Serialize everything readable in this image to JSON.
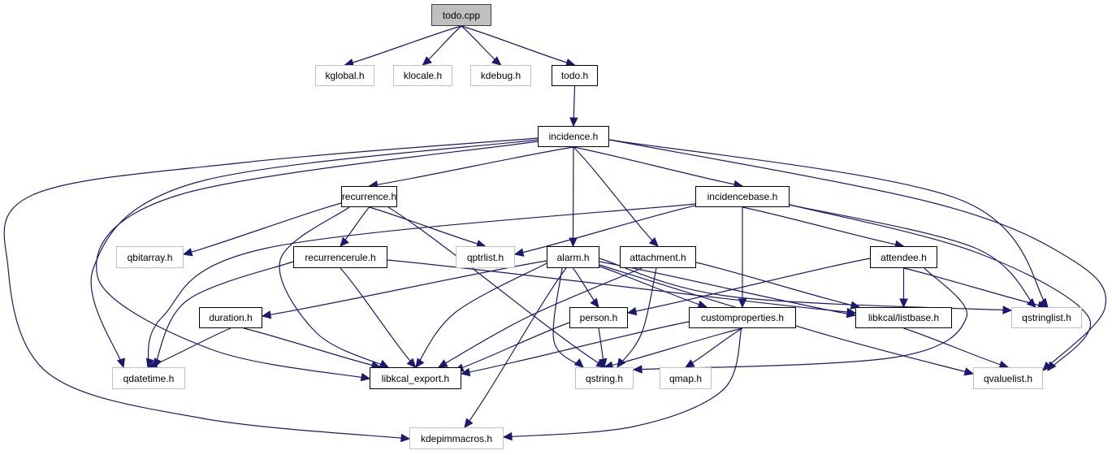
{
  "edge_color": "#191970",
  "root_fill": "#bfbfbf",
  "external_border": "#bfbfbf",
  "nodes": [
    {
      "id": "todo_cpp",
      "label": "todo.cpp",
      "kind": "root"
    },
    {
      "id": "kglobal",
      "label": "kglobal.h",
      "kind": "ext"
    },
    {
      "id": "klocale",
      "label": "klocale.h",
      "kind": "ext"
    },
    {
      "id": "kdebug",
      "label": "kdebug.h",
      "kind": "ext"
    },
    {
      "id": "todo_h",
      "label": "todo.h",
      "kind": "local"
    },
    {
      "id": "incidence",
      "label": "incidence.h",
      "kind": "local"
    },
    {
      "id": "recurrence",
      "label": "recurrence.h",
      "kind": "local"
    },
    {
      "id": "incidencebase",
      "label": "incidencebase.h",
      "kind": "local"
    },
    {
      "id": "qbitarray",
      "label": "qbitarray.h",
      "kind": "ext"
    },
    {
      "id": "recurrencerule",
      "label": "recurrencerule.h",
      "kind": "local"
    },
    {
      "id": "qptrlist",
      "label": "qptrlist.h",
      "kind": "ext"
    },
    {
      "id": "alarm",
      "label": "alarm.h",
      "kind": "local"
    },
    {
      "id": "attachment",
      "label": "attachment.h",
      "kind": "local"
    },
    {
      "id": "attendee",
      "label": "attendee.h",
      "kind": "local"
    },
    {
      "id": "duration",
      "label": "duration.h",
      "kind": "local"
    },
    {
      "id": "person",
      "label": "person.h",
      "kind": "local"
    },
    {
      "id": "customproperties",
      "label": "customproperties.h",
      "kind": "local"
    },
    {
      "id": "listbase",
      "label": "libkcal/listbase.h",
      "kind": "local"
    },
    {
      "id": "qstringlist",
      "label": "qstringlist.h",
      "kind": "ext"
    },
    {
      "id": "qdatetime",
      "label": "qdatetime.h",
      "kind": "ext"
    },
    {
      "id": "libkcal_export",
      "label": "libkcal_export.h",
      "kind": "local"
    },
    {
      "id": "qstring",
      "label": "qstring.h",
      "kind": "ext"
    },
    {
      "id": "qmap",
      "label": "qmap.h",
      "kind": "ext"
    },
    {
      "id": "qvaluelist",
      "label": "qvaluelist.h",
      "kind": "ext"
    },
    {
      "id": "kdepimmacros",
      "label": "kdepimmacros.h",
      "kind": "ext"
    }
  ],
  "edges": [
    [
      "todo_cpp",
      "kglobal"
    ],
    [
      "todo_cpp",
      "klocale"
    ],
    [
      "todo_cpp",
      "kdebug"
    ],
    [
      "todo_cpp",
      "todo_h"
    ],
    [
      "todo_h",
      "incidence"
    ],
    [
      "incidence",
      "recurrence"
    ],
    [
      "incidence",
      "incidencebase"
    ],
    [
      "incidence",
      "alarm"
    ],
    [
      "incidence",
      "attachment"
    ],
    [
      "incidence",
      "qdatetime"
    ],
    [
      "incidence",
      "libkcal_export"
    ],
    [
      "incidence",
      "kdepimmacros"
    ],
    [
      "incidence",
      "qstringlist"
    ],
    [
      "incidence",
      "qvaluelist"
    ],
    [
      "recurrence",
      "qbitarray"
    ],
    [
      "recurrence",
      "recurrencerule"
    ],
    [
      "recurrence",
      "qptrlist"
    ],
    [
      "recurrence",
      "libkcal_export"
    ],
    [
      "recurrence",
      "qstring"
    ],
    [
      "incidencebase",
      "qptrlist"
    ],
    [
      "incidencebase",
      "qdatetime"
    ],
    [
      "incidencebase",
      "customproperties"
    ],
    [
      "incidencebase",
      "attendee"
    ],
    [
      "incidencebase",
      "qstringlist"
    ],
    [
      "incidencebase",
      "qvaluelist"
    ],
    [
      "recurrencerule",
      "qdatetime"
    ],
    [
      "recurrencerule",
      "libkcal_export"
    ],
    [
      "recurrencerule",
      "listbase"
    ],
    [
      "alarm",
      "duration"
    ],
    [
      "alarm",
      "libkcal_export"
    ],
    [
      "alarm",
      "kdepimmacros"
    ],
    [
      "alarm",
      "qstring"
    ],
    [
      "alarm",
      "person"
    ],
    [
      "alarm",
      "customproperties"
    ],
    [
      "alarm",
      "listbase"
    ],
    [
      "alarm",
      "qstringlist"
    ],
    [
      "alarm",
      "qvaluelist"
    ],
    [
      "attachment",
      "libkcal_export"
    ],
    [
      "attachment",
      "qstring"
    ],
    [
      "attachment",
      "listbase"
    ],
    [
      "attendee",
      "person"
    ],
    [
      "attendee",
      "listbase"
    ],
    [
      "attendee",
      "qstringlist"
    ],
    [
      "attendee",
      "qstring"
    ],
    [
      "duration",
      "qdatetime"
    ],
    [
      "duration",
      "libkcal_export"
    ],
    [
      "person",
      "libkcal_export"
    ],
    [
      "person",
      "qstring"
    ],
    [
      "customproperties",
      "libkcal_export"
    ],
    [
      "customproperties",
      "qstring"
    ],
    [
      "customproperties",
      "qmap"
    ],
    [
      "customproperties",
      "kdepimmacros"
    ],
    [
      "listbase",
      "qvaluelist"
    ]
  ]
}
